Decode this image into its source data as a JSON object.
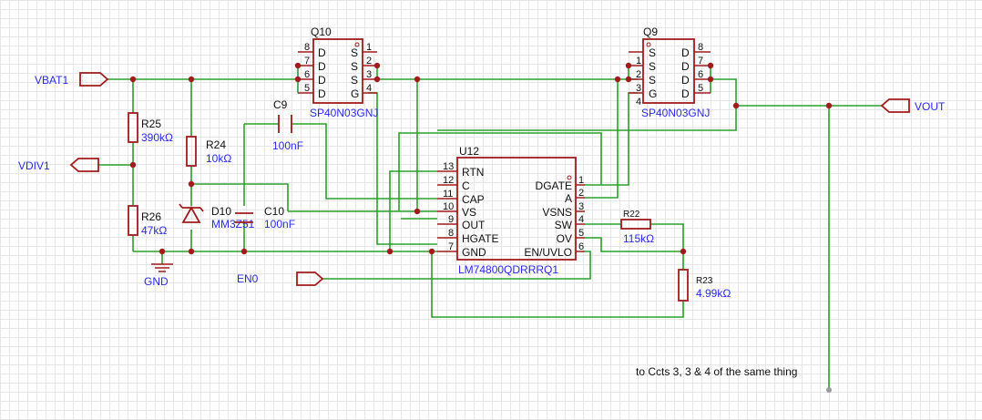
{
  "nets": {
    "vbat": "VBAT1",
    "vdiv": "VDIV1",
    "vout": "VOUT",
    "en": "EN0",
    "gnd": "GND"
  },
  "components": {
    "r25": {
      "ref": "R25",
      "value": "390kΩ"
    },
    "r26": {
      "ref": "R26",
      "value": "47kΩ"
    },
    "r24": {
      "ref": "R24",
      "value": "10kΩ"
    },
    "d10": {
      "ref": "D10",
      "value": "MM3Z51"
    },
    "c9": {
      "ref": "C9",
      "value": "100nF"
    },
    "c10": {
      "ref": "C10",
      "value": "100nF"
    },
    "r22": {
      "ref": "R22",
      "value": "115kΩ"
    },
    "r23": {
      "ref": "R23",
      "value": "4.99kΩ"
    },
    "q10": {
      "ref": "Q10",
      "value": "SP40N03GNJ",
      "left_pins": [
        {
          "num": "8",
          "name": "D"
        },
        {
          "num": "7",
          "name": "D"
        },
        {
          "num": "6",
          "name": "D"
        },
        {
          "num": "5",
          "name": "D"
        }
      ],
      "right_pins": [
        {
          "num": "1",
          "name": "S"
        },
        {
          "num": "2",
          "name": "S"
        },
        {
          "num": "3",
          "name": "S"
        },
        {
          "num": "4",
          "name": "G"
        }
      ]
    },
    "q9": {
      "ref": "Q9",
      "value": "SP40N03GNJ",
      "left_pins": [
        {
          "num": "1",
          "name": "S"
        },
        {
          "num": "2",
          "name": "S"
        },
        {
          "num": "3",
          "name": "S"
        },
        {
          "num": "4",
          "name": "G"
        }
      ],
      "right_pins": [
        {
          "num": "8",
          "name": "D"
        },
        {
          "num": "7",
          "name": "D"
        },
        {
          "num": "6",
          "name": "D"
        },
        {
          "num": "5",
          "name": "D"
        }
      ]
    },
    "u12": {
      "ref": "U12",
      "value": "LM74800QDRRRQ1",
      "left_pins": [
        {
          "num": "13",
          "name": "RTN"
        },
        {
          "num": "12",
          "name": "C"
        },
        {
          "num": "11",
          "name": "CAP"
        },
        {
          "num": "10",
          "name": "VS"
        },
        {
          "num": "9",
          "name": "OUT"
        },
        {
          "num": "8",
          "name": "HGATE"
        },
        {
          "num": "7",
          "name": "GND"
        }
      ],
      "right_pins": [
        {
          "num": "1",
          "name": "DGATE"
        },
        {
          "num": "2",
          "name": "A"
        },
        {
          "num": "3",
          "name": "VSNS"
        },
        {
          "num": "4",
          "name": "SW"
        },
        {
          "num": "5",
          "name": "OV"
        },
        {
          "num": "6",
          "name": "EN/UVLO"
        }
      ]
    }
  },
  "note": "to Ccts 3, 3 & 4 of the same thing"
}
